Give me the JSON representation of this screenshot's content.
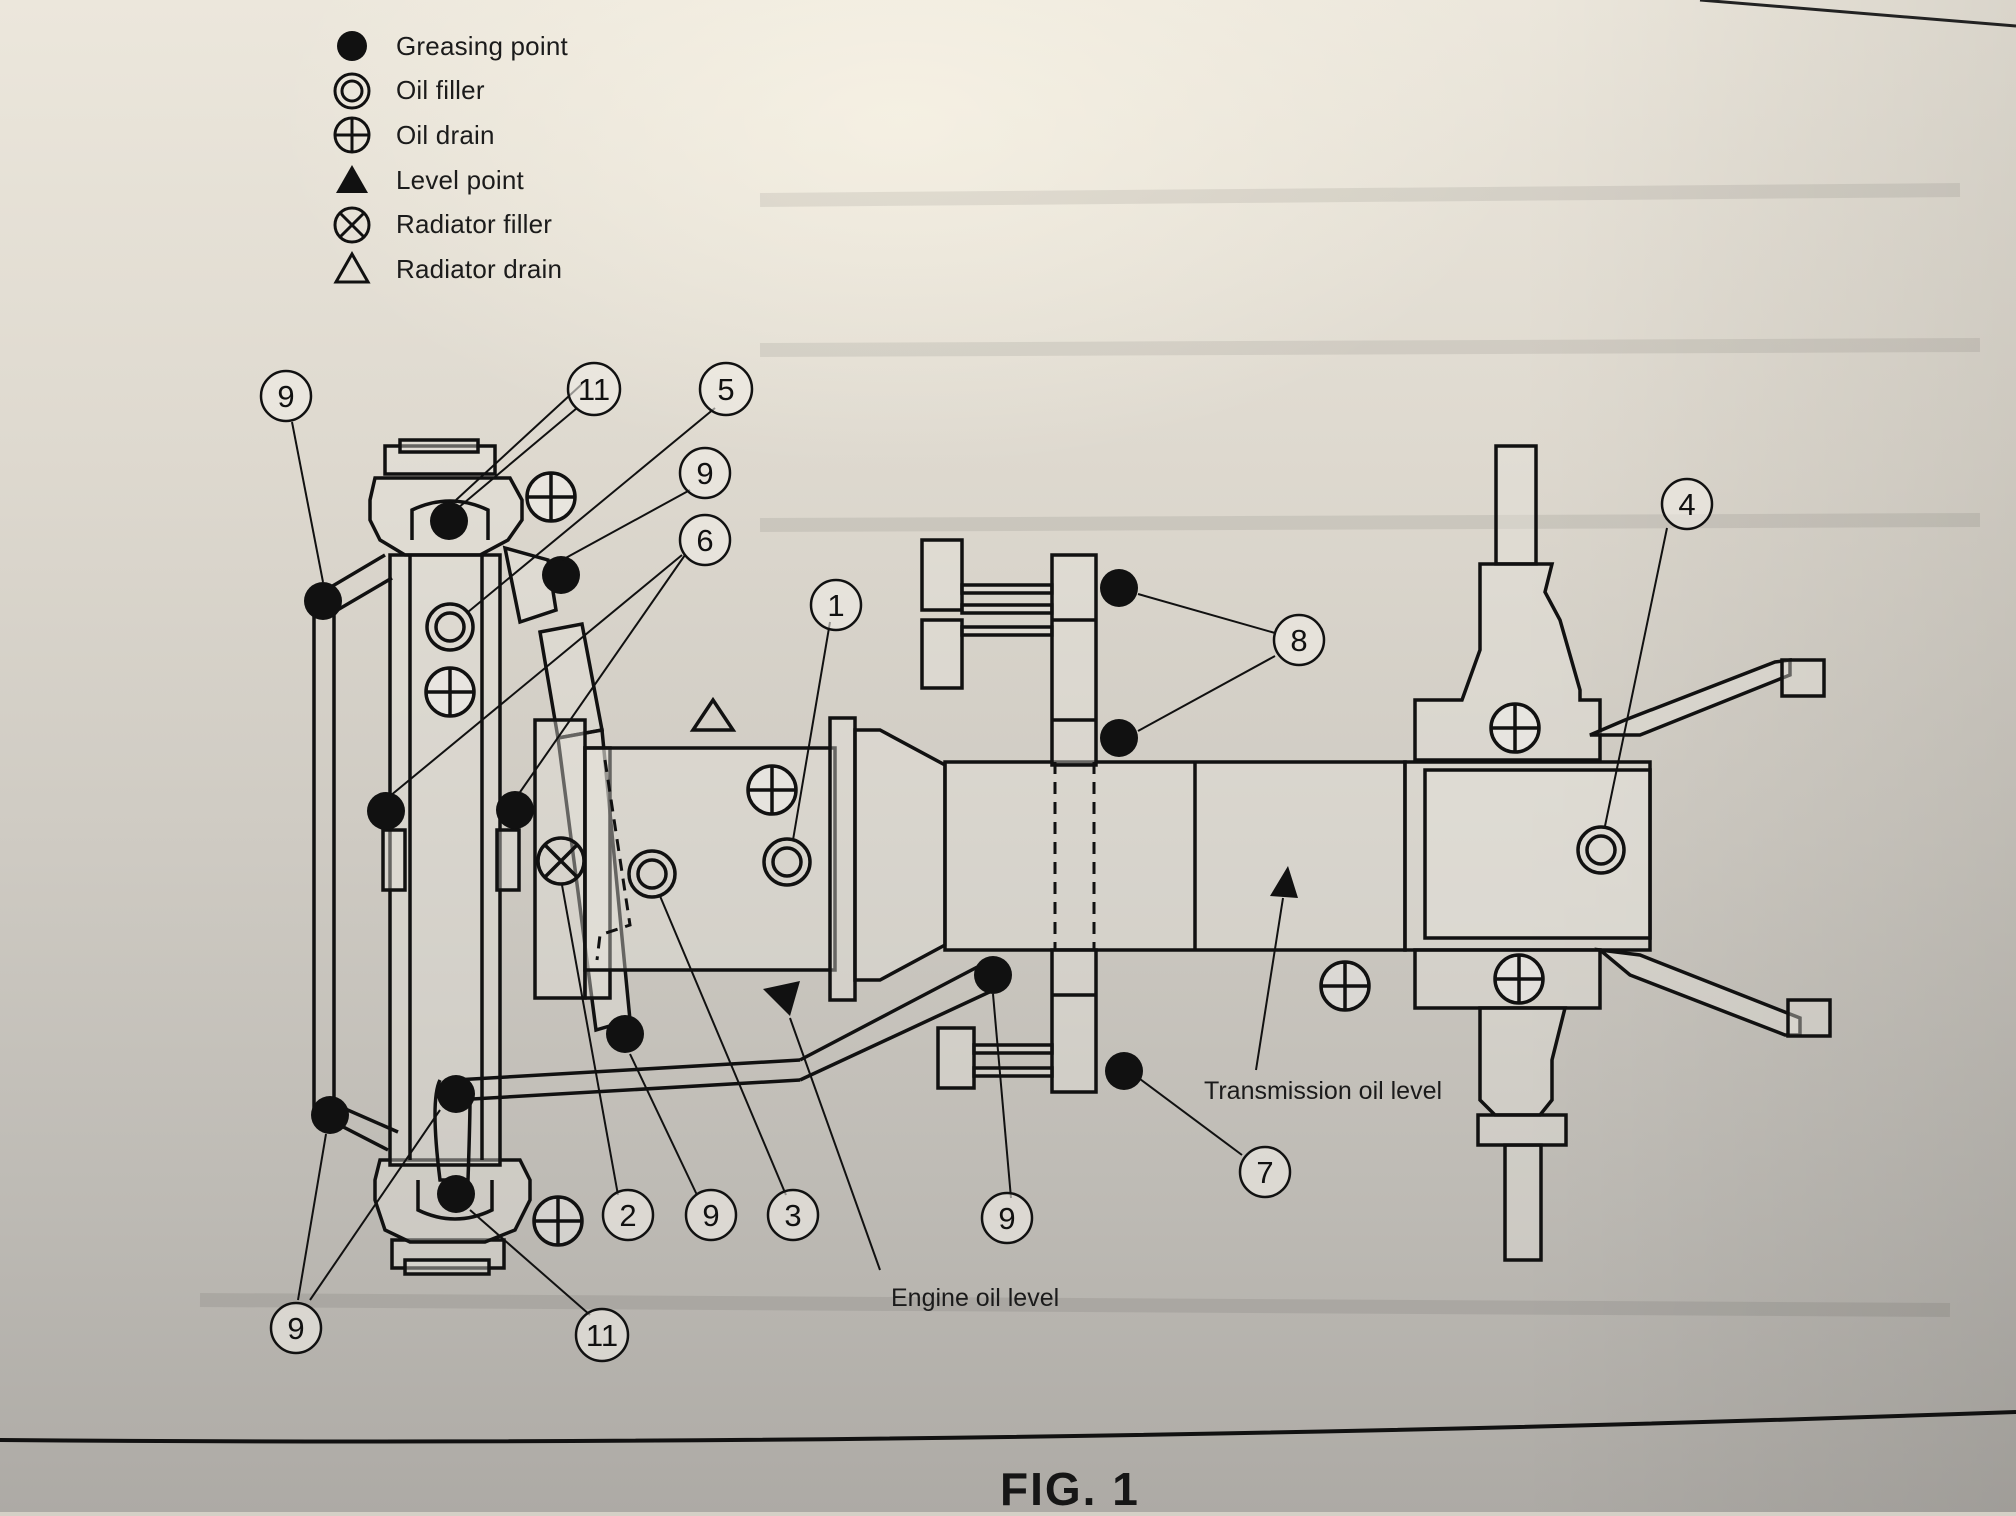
{
  "legend": [
    {
      "symbol": "filled-circle",
      "label": "Greasing point"
    },
    {
      "symbol": "double-circle",
      "label": "Oil filler"
    },
    {
      "symbol": "circle-plus",
      "label": "Oil drain"
    },
    {
      "symbol": "filled-triangle",
      "label": "Level point"
    },
    {
      "symbol": "circle-x",
      "label": "Radiator filler"
    },
    {
      "symbol": "open-triangle",
      "label": "Radiator drain"
    }
  ],
  "callouts": {
    "engine_oil_level": "Engine oil level",
    "transmission_oil_level": "Transmission oil level"
  },
  "numbers": {
    "n1": "1",
    "n2": "2",
    "n3": "3",
    "n4": "4",
    "n5": "5",
    "n6": "6",
    "n7": "7",
    "n8": "8",
    "n9": "9",
    "n11": "11"
  },
  "figure": {
    "title": "FIG. 1"
  }
}
